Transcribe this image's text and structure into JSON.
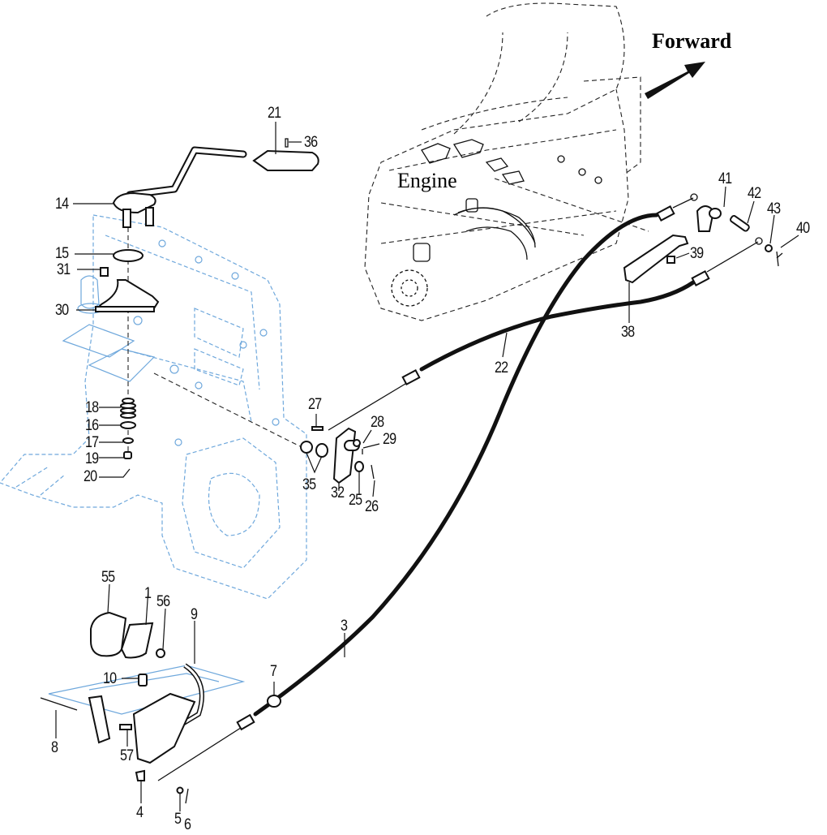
{
  "diagram": {
    "title": "Throttle / Accelerator Linkage Exploded Parts View",
    "direction_label": "Forward",
    "engine_label": "Engine",
    "callouts": [
      {
        "id": "p1",
        "number": "1"
      },
      {
        "id": "p3",
        "number": "3"
      },
      {
        "id": "p4",
        "number": "4"
      },
      {
        "id": "p5",
        "number": "5"
      },
      {
        "id": "p6",
        "number": "6"
      },
      {
        "id": "p7",
        "number": "7"
      },
      {
        "id": "p8",
        "number": "8"
      },
      {
        "id": "p9",
        "number": "9"
      },
      {
        "id": "p10",
        "number": "10"
      },
      {
        "id": "p14",
        "number": "14"
      },
      {
        "id": "p15",
        "number": "15"
      },
      {
        "id": "p16",
        "number": "16"
      },
      {
        "id": "p17",
        "number": "17"
      },
      {
        "id": "p18",
        "number": "18"
      },
      {
        "id": "p19",
        "number": "19"
      },
      {
        "id": "p20",
        "number": "20"
      },
      {
        "id": "p21",
        "number": "21"
      },
      {
        "id": "p22",
        "number": "22"
      },
      {
        "id": "p25",
        "number": "25"
      },
      {
        "id": "p26",
        "number": "26"
      },
      {
        "id": "p27",
        "number": "27"
      },
      {
        "id": "p28",
        "number": "28"
      },
      {
        "id": "p29",
        "number": "29"
      },
      {
        "id": "p30",
        "number": "30"
      },
      {
        "id": "p31",
        "number": "31"
      },
      {
        "id": "p32",
        "number": "32"
      },
      {
        "id": "p35",
        "number": "35"
      },
      {
        "id": "p36",
        "number": "36"
      },
      {
        "id": "p38",
        "number": "38"
      },
      {
        "id": "p39",
        "number": "39"
      },
      {
        "id": "p40",
        "number": "40"
      },
      {
        "id": "p41",
        "number": "41"
      },
      {
        "id": "p42",
        "number": "42"
      },
      {
        "id": "p43",
        "number": "43"
      },
      {
        "id": "p55",
        "number": "55"
      },
      {
        "id": "p56",
        "number": "56"
      },
      {
        "id": "p57",
        "number": "57"
      }
    ],
    "colors": {
      "line": "#111111",
      "chassis_outline": "#6fa8dc",
      "background": "#ffffff"
    }
  }
}
